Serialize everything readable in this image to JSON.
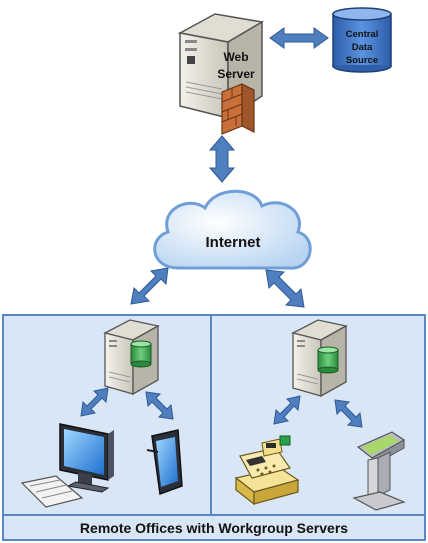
{
  "web_server": {
    "line1": "Web",
    "line2": "Server"
  },
  "data_source": {
    "line1": "Central",
    "line2": "Data",
    "line3": "Source"
  },
  "internet": {
    "label": "Internet"
  },
  "remote_offices": {
    "caption": "Remote Offices with Workgroup Servers"
  },
  "colors": {
    "arrow": "#4f7fbf",
    "panel_fill": "#d9e6f5",
    "panel_border": "#5b86c6",
    "server_body": "#e8e6dc",
    "firewall": "#c86f3a",
    "db_cyl": "#3d74c9",
    "cloud_blue": "#9cc2ea"
  },
  "icons": [
    "server-icon",
    "database-icon",
    "firewall-icon",
    "cloud-icon",
    "desktop-monitor-icon",
    "keyboard-icon",
    "tablet-icon",
    "cash-register-icon",
    "kiosk-icon"
  ]
}
